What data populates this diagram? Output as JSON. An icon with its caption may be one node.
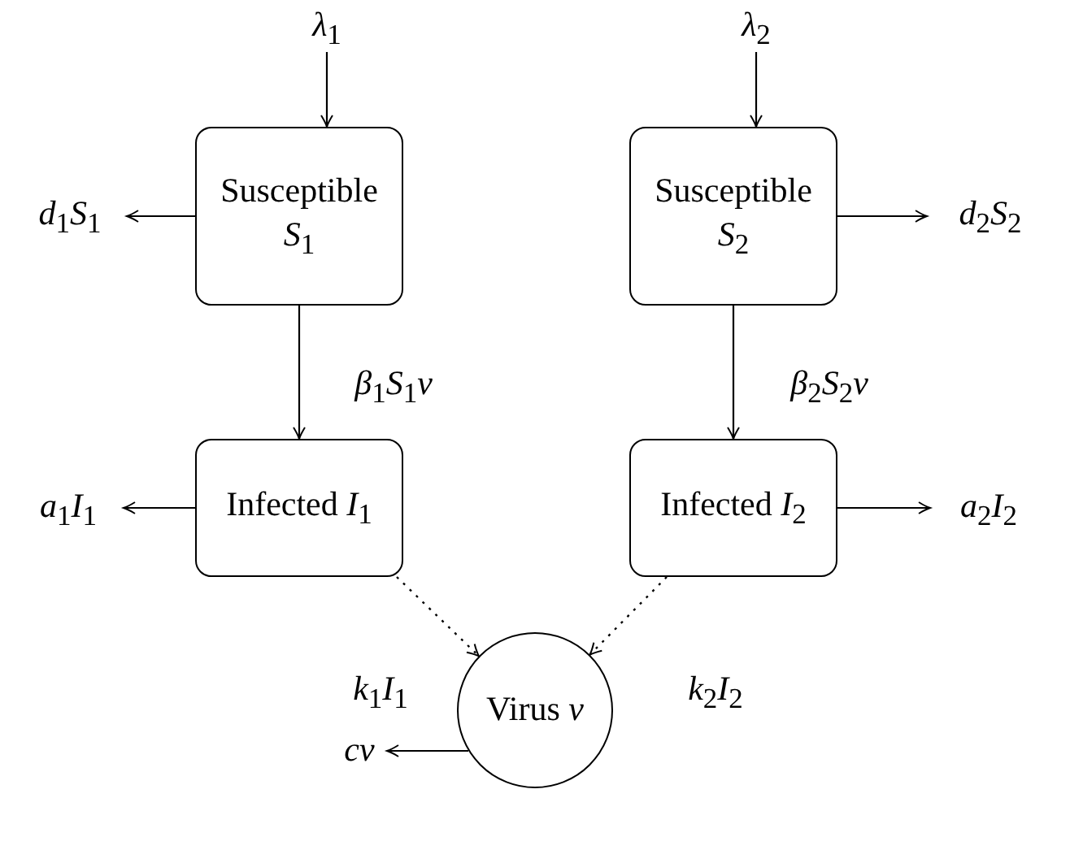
{
  "diagram": {
    "nodes": [
      {
        "text": [
          "*λ*$_{1}$"
        ]
      },
      {
        "text": [
          "*λ*$_{2}$"
        ]
      },
      {
        "text": [
          "*d*$_{1}$*S*$_{1}$"
        ]
      },
      {
        "text": [
          "Susceptible *S*$_{1}$"
        ]
      },
      {
        "text": [
          "Susceptible *S*$_{2}$"
        ]
      },
      {
        "text": [
          "*d*$_{2}$*S*$_{2}$"
        ]
      },
      {
        "text": [
          "*a*$_{1}$*I*$_{1}$"
        ]
      },
      {
        "text": [
          "Infected *I*$_{1}$"
        ]
      },
      {
        "text": [
          "Infected *I*$_{2}$"
        ]
      },
      {
        "text": [
          "*a*$_{2}$*I*$_{2}$"
        ]
      },
      {
        "text": [
          "cv"
        ]
      },
      {
        "text": [
          "Virus *v*"
        ]
      }
    ],
    "edges": [
      {
        "from": 0,
        "to": 3,
        "arrow": "to"
      },
      {
        "from": 3,
        "to": 2,
        "arrow": "to"
      },
      {
        "from": 1,
        "to": 4,
        "arrow": "to"
      },
      {
        "from": 4,
        "to": 5,
        "arrow": "to"
      },
      {
        "from": 3,
        "to": 7,
        "arrow": "to",
        "label": "*β*$_{1}$*S*$_{1}$*v*"
      },
      {
        "from": 4,
        "to": 8,
        "arrow": "to",
        "label": "*β*$_{2}$*S*$_{2}$*v*"
      },
      {
        "from": 7,
        "to": 6,
        "arrow": "to"
      },
      {
        "from": 8,
        "to": 9,
        "arrow": "to"
      },
      {
        "from": 7,
        "to": 11,
        "arrow": "to",
        "style": "dashed",
        "label": "*k*$_{1}$*I*$_{1}$"
      },
      {
        "from": 8,
        "to": 11,
        "arrow": "to",
        "style": "dashed",
        "label": "*k*$_{2}$*I*$_{2}$"
      },
      {
        "from": 11,
        "to": 10,
        "arrow": "to"
      }
    ]
  }
}
